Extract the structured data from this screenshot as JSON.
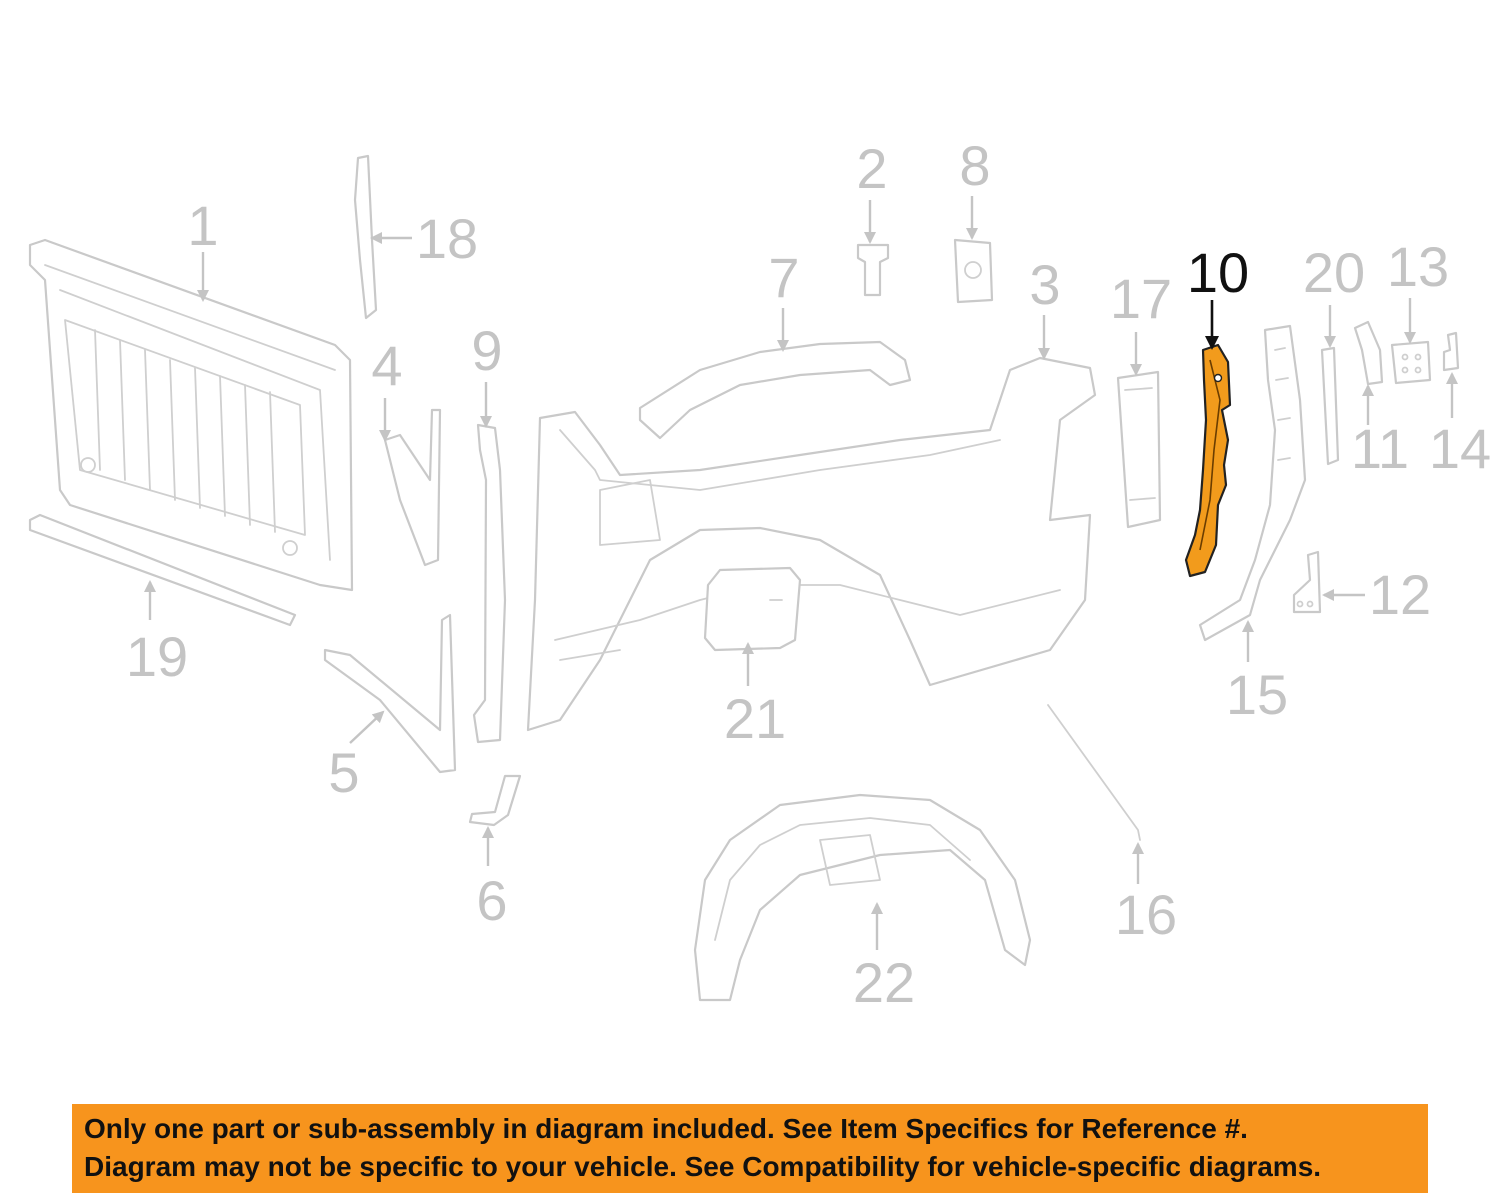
{
  "diagram": {
    "highlighted_part": "10",
    "highlight_color": "#f29b1c",
    "callouts": [
      "1",
      "2",
      "3",
      "4",
      "5",
      "6",
      "7",
      "8",
      "9",
      "10",
      "11",
      "12",
      "13",
      "14",
      "15",
      "16",
      "17",
      "18",
      "19",
      "20",
      "21",
      "22"
    ]
  },
  "notice": {
    "background_color": "#f7941d",
    "line1": "Only one part or sub-assembly in diagram included. See Item Specifics for Reference #.",
    "line2": "Diagram may not be specific to your vehicle. See Compatibility for vehicle-specific diagrams."
  }
}
